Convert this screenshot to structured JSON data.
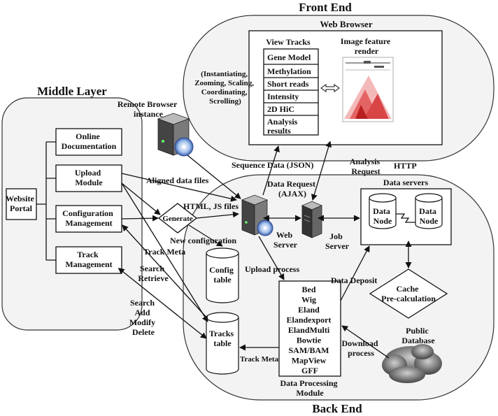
{
  "regions": {
    "front_end": "Front End",
    "middle_layer": "Middle Layer",
    "back_end": "Back End"
  },
  "web_browser": {
    "title": "Web Browser",
    "view_tracks": "View Tracks",
    "tracks": [
      "Gene Model",
      "Methylation",
      "Short reads",
      "Intensity",
      "2D HiC",
      "Analysis",
      "results"
    ],
    "image_feature": [
      "Image feature",
      "render"
    ],
    "operations": [
      "(Instantiating,",
      "Zooming, Scaling,",
      "Coordinating,",
      "Scrolling)"
    ]
  },
  "remote_browser": [
    "Remote Browser",
    "instance"
  ],
  "middle": {
    "website_portal": [
      "Website",
      "Portal"
    ],
    "online_doc": [
      "Online",
      "Documentation"
    ],
    "upload": [
      "Upload",
      "Module"
    ],
    "config_mgmt": [
      "Configuration",
      "Management"
    ],
    "track_mgmt": [
      "Track",
      "Management"
    ]
  },
  "labels": {
    "aligned_data_files": "Aligned data files",
    "html_js_files": "HTML, JS files",
    "generate": "Generate",
    "new_configuration": "New configuration",
    "track_meta": "Track Meta",
    "search_retrieve": [
      "Search",
      "Retrieve"
    ],
    "search_add_modify_delete": [
      "Search",
      "Add",
      "Modify",
      "Delete"
    ],
    "sequence_data": "Sequence Data (JSON)",
    "analysis_request": [
      "Analysis",
      "Request"
    ],
    "http": "HTTP",
    "data_request": [
      "Data Request",
      "(AJAX)"
    ],
    "upload_process": "Upload process",
    "data_deposit": "Data Deposit",
    "download_process": [
      "Download",
      "process"
    ],
    "track_meta_bottom": "Track Meta"
  },
  "back": {
    "web_server": [
      "Web",
      "Server"
    ],
    "job_server": [
      "Job",
      "Server"
    ],
    "data_servers": "Data servers",
    "data_node_1": [
      "Data",
      "Node"
    ],
    "data_node_2": [
      "Data",
      "Node"
    ],
    "cache": [
      "Cache",
      "Pre-calculation"
    ],
    "public_db": [
      "Public",
      "Database"
    ],
    "config_table": [
      "Config",
      "table"
    ],
    "tracks_table": [
      "Tracks",
      "table"
    ],
    "formats": [
      "Bed",
      "Wig",
      "Eland",
      "Elandexport",
      "ElandMulti",
      "Bowtie",
      "SAM/BAM",
      "MapView",
      "GFF"
    ],
    "dpm": [
      "Data Processing",
      "Module"
    ]
  }
}
